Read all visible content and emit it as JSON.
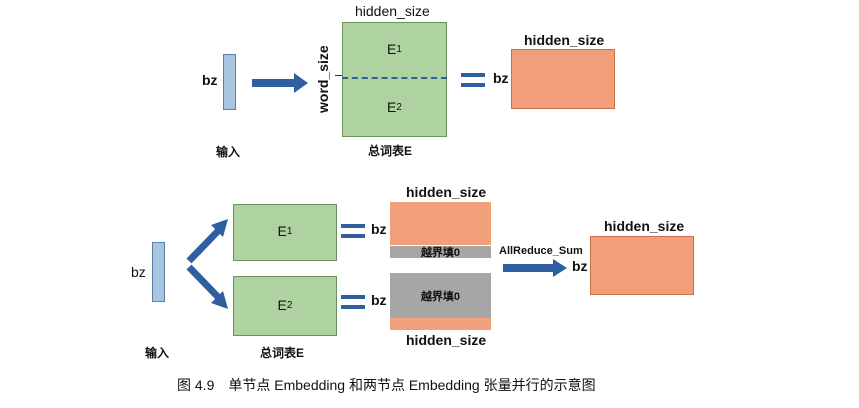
{
  "top": {
    "input_label": "bz",
    "input_caption": "输入",
    "table_top_label": "hidden_size",
    "table_side_label": "word_size",
    "e1_base": "E",
    "e1_sub": "1",
    "e2_base": "E",
    "e2_sub": "2",
    "table_caption": "总词表E",
    "result_left_label": "bz",
    "result_top_label": "hidden_size"
  },
  "bottom": {
    "input_label": "bz",
    "input_caption": "输入",
    "e1_base": "E",
    "e1_sub": "1",
    "e2_base": "E",
    "e2_sub": "2",
    "table_caption": "总词表E",
    "out1_label_left": "bz",
    "out1_top_label": "hidden_size",
    "out1_fill_text": "越界填0",
    "out2_label_left": "bz",
    "out2_fill_text": "越界填0",
    "out2_bottom_label": "hidden_size",
    "allreduce_label": "AllReduce_Sum",
    "result_left_label": "bz",
    "result_top_label": "hidden_size"
  },
  "caption": "图 4.9　单节点 Embedding 和两节点 Embedding 张量并行的示意图",
  "colors": {
    "arrow": "#2f5fa0",
    "green": "#aed3a0",
    "orange": "#f2a07b",
    "gray": "#a6a6a6",
    "bar": "#a9c6e0"
  }
}
